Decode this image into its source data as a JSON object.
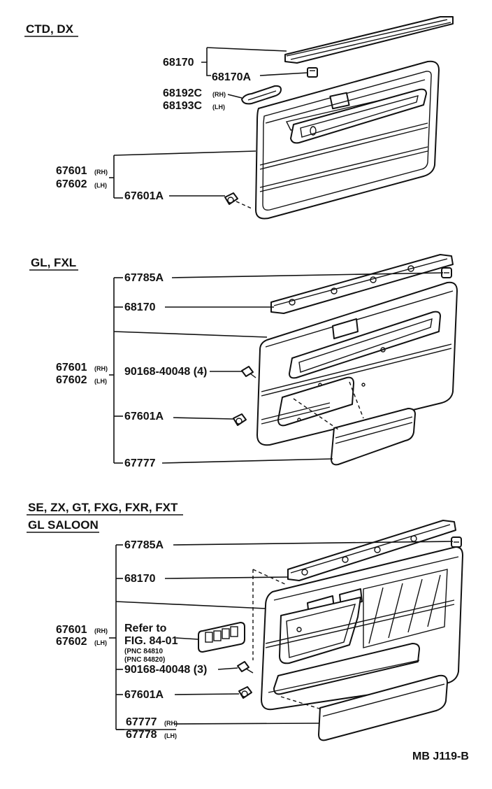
{
  "sections": [
    {
      "title": "CTD, DX",
      "parts": [
        {
          "no": "68170",
          "tag": ""
        },
        {
          "no": "68170A",
          "tag": ""
        },
        {
          "no": "68192C",
          "tag": "(RH)"
        },
        {
          "no": "68193C",
          "tag": "(LH)"
        },
        {
          "no": "67601",
          "tag": "(RH)"
        },
        {
          "no": "67602",
          "tag": "(LH)"
        },
        {
          "no": "67601A",
          "tag": ""
        }
      ]
    },
    {
      "title": "GL, FXL",
      "parts": [
        {
          "no": "67785A",
          "tag": ""
        },
        {
          "no": "68170",
          "tag": ""
        },
        {
          "no": "67601",
          "tag": "(RH)"
        },
        {
          "no": "67602",
          "tag": "(LH)"
        },
        {
          "no": "90168-40048 (4)",
          "tag": ""
        },
        {
          "no": "67601A",
          "tag": ""
        },
        {
          "no": "67777",
          "tag": ""
        }
      ]
    },
    {
      "title": "SE, ZX, GT, FXG, FXR, FXT",
      "title2": "GL SALOON",
      "parts": [
        {
          "no": "67785A",
          "tag": ""
        },
        {
          "no": "68170",
          "tag": ""
        },
        {
          "no": "67601",
          "tag": "(RH)"
        },
        {
          "no": "67602",
          "tag": "(LH)"
        },
        {
          "no": "90168-40048 (3)",
          "tag": ""
        },
        {
          "no": "67601A",
          "tag": ""
        },
        {
          "no": "67777",
          "tag": "(RH)"
        },
        {
          "no": "67778",
          "tag": "(LH)"
        }
      ],
      "refer": {
        "line1": "Refer to",
        "line2": "FIG. 84-01",
        "line3": "(PNC 84810",
        "line4": "(PNC 84820)"
      }
    }
  ],
  "figure_code": "MB J119-B"
}
